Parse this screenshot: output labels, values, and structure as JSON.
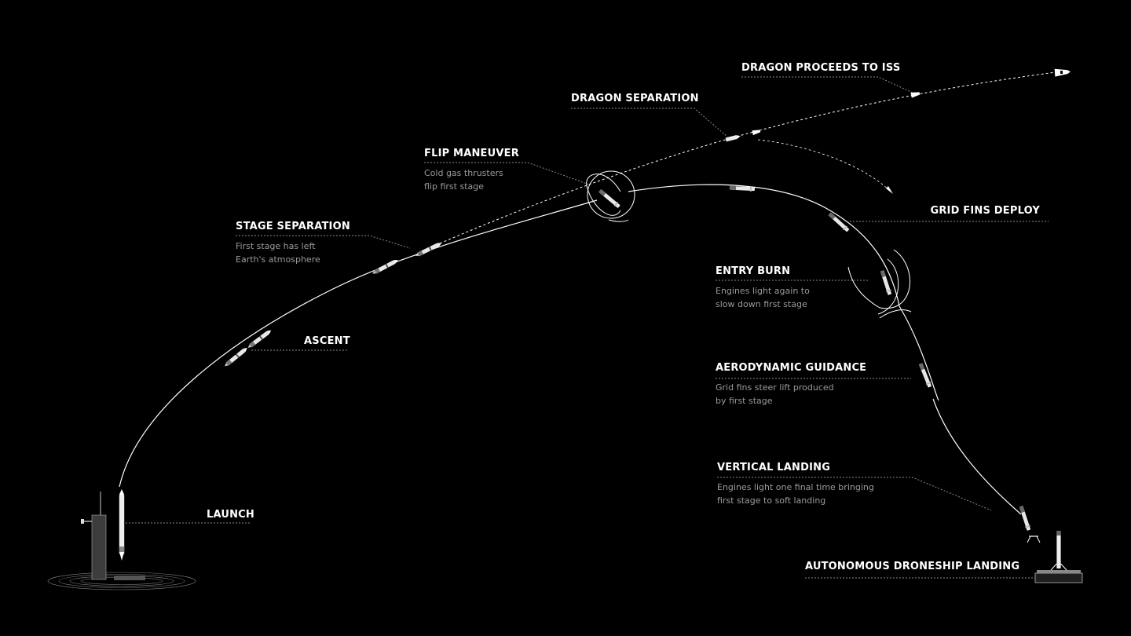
{
  "stages": [
    {
      "id": "launch",
      "title": "LAUNCH",
      "description": ""
    },
    {
      "id": "ascent",
      "title": "ASCENT",
      "description": ""
    },
    {
      "id": "stage-separation",
      "title": "STAGE SEPARATION",
      "description": "First stage has left\nEarth's atmosphere"
    },
    {
      "id": "flip-maneuver",
      "title": "FLIP MANEUVER",
      "description": "Cold gas thrusters\nflip first stage"
    },
    {
      "id": "dragon-separation",
      "title": "DRAGON SEPARATION",
      "description": ""
    },
    {
      "id": "dragon-proceeds",
      "title": "DRAGON PROCEEDS TO ISS",
      "description": ""
    },
    {
      "id": "grid-fins-deploy",
      "title": "GRID FINS DEPLOY",
      "description": ""
    },
    {
      "id": "entry-burn",
      "title": "ENTRY BURN",
      "description": "Engines light again to\nslow down first stage"
    },
    {
      "id": "aerodynamic-guidance",
      "title": "AERODYNAMIC GUIDANCE",
      "description": "Grid fins steer lift produced\nby first stage"
    },
    {
      "id": "vertical-landing",
      "title": "VERTICAL LANDING",
      "description": "Engines light one final time bringing\nfirst stage to soft landing"
    },
    {
      "id": "droneship-landing",
      "title": "AUTONOMOUS DRONESHIP LANDING",
      "description": ""
    }
  ],
  "colors": {
    "background": "#000000",
    "foreground": "#ffffff",
    "description": "#9a9a9a",
    "leader": "#8a8a8a"
  }
}
